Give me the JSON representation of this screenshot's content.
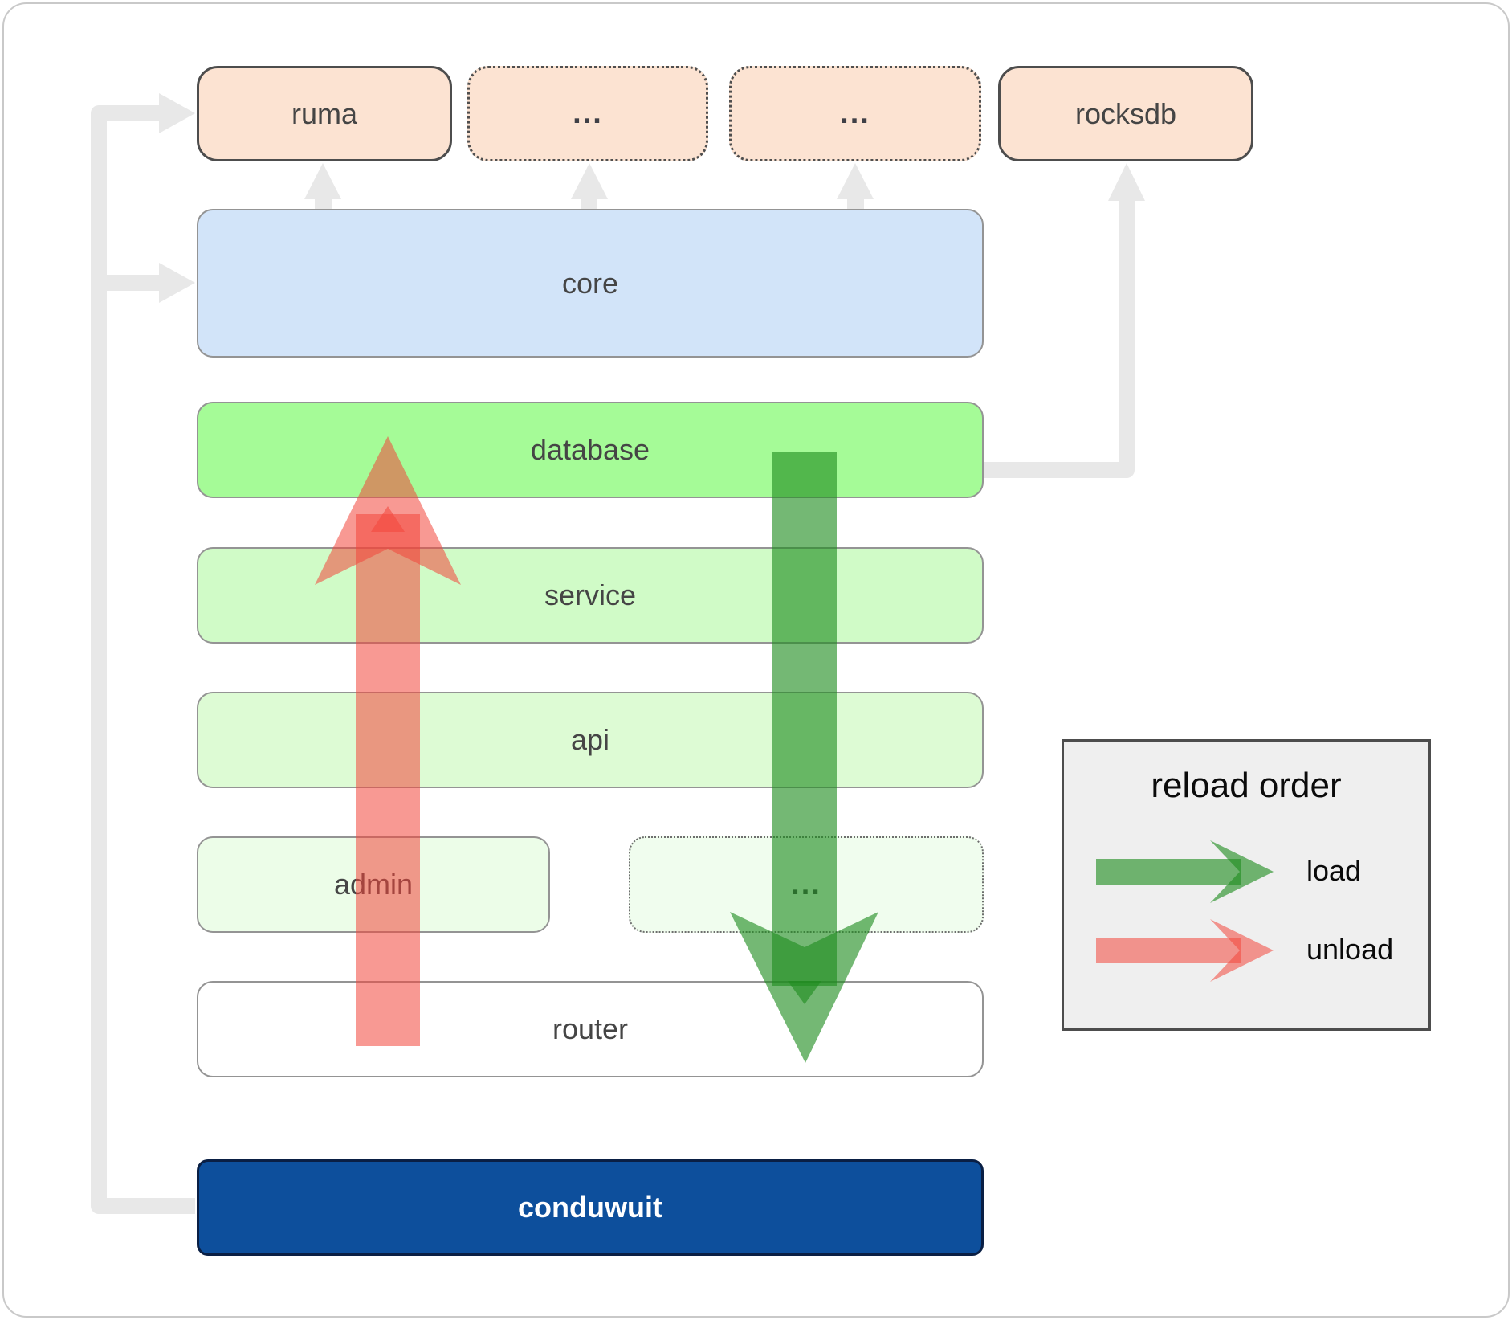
{
  "boxes": {
    "ruma": "ruma",
    "ellipsis1": "...",
    "ellipsis2": "...",
    "rocksdb": "rocksdb",
    "core": "core",
    "database": "database",
    "service": "service",
    "api": "api",
    "admin": "admin",
    "ellipsis3": "...",
    "router": "router",
    "conduwuit": "conduwuit"
  },
  "legend": {
    "title": "reload order",
    "load_label": "load",
    "unload_label": "unload"
  },
  "colors": {
    "load_arrow": "#1f8c1f",
    "unload_arrow": "#f2453a",
    "connector": "#e8e8e8",
    "top_box_fill": "#fce3d2",
    "core_fill": "#d2e4f9",
    "database_fill": "#a5fb97",
    "service_fill": "#d0fbc7",
    "api_fill": "#ddfbd4",
    "admin_fill": "#ecfde8",
    "ellipsis3_fill": "#f0fdee",
    "router_fill": "#ffffff",
    "conduwuit_fill": "#0d4f9c",
    "legend_fill": "#efefef"
  }
}
